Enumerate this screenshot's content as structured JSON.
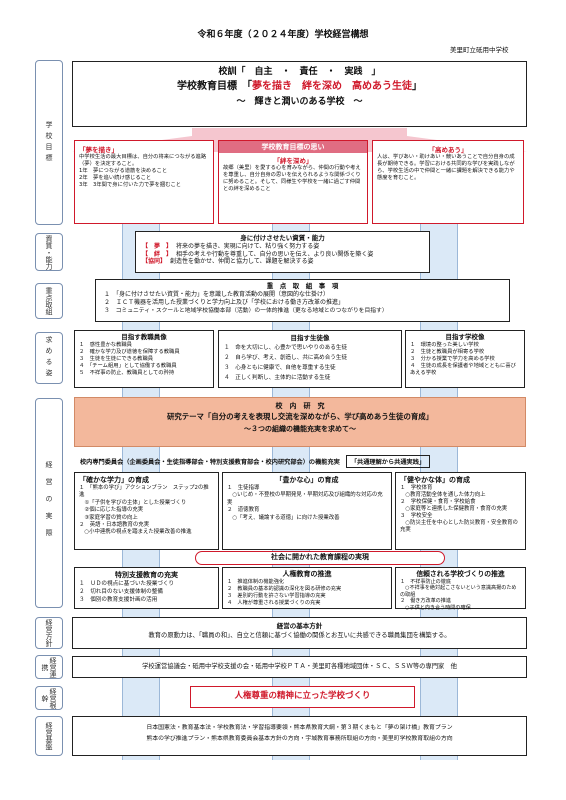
{
  "header": {
    "title": "令和６年度（２０２４年度）学校経営構想",
    "school": "美里町立砥用中学校"
  },
  "sidebar": {
    "goal": "学校目標",
    "ability": "資質・能力",
    "focus": "重点取組",
    "figure": "求める姿",
    "practice": "経営の実際",
    "policy": "経営方針",
    "cooperation": "経営連携",
    "root": "経営根幹",
    "base": "経営基盤"
  },
  "motto": {
    "line1": "校訓「　自主　・　責任　・　実践　」",
    "line2_prefix": "学校教育目標　「",
    "line2_a": "夢を描き",
    "line2_b": "絆を深め",
    "line2_c": "高めあう生徒",
    "line2_suffix": "」",
    "line3": "〜　輝きと潤いのある学校　〜"
  },
  "goal_boxes": {
    "center_title": "学校教育目標の思い",
    "dream": {
      "title": "「夢を描き」",
      "text": "中学校生活の最大目標は、自分の将来につながる進路（夢）を決定すること。\n1年　夢につながる道筋を決めること\n2年　夢を追い続け感じること\n3年　3年間で身に付いた力で夢を摑むこと"
    },
    "bond": {
      "title": "「絆を深め」",
      "text": "故郷（美里）を愛する心を育みながら、仲間の行動や考えを尊重し、自分自身の思いを伝えられるような関係づくりに努めること。そして、同様生や学校を一緒に過ごす仲間との絆を深めること"
    },
    "raise": {
      "title": "「高めあう」",
      "text": "人は、学びあい・助けあい・競いあうことで自分自身の成長が期待できる。学習における共同的な学びを実践しながら、学校生活の中で仲間と一緒に課題を解決できる能力や態度を育むこと。"
    }
  },
  "ability": {
    "title": "身に付けさせたい資質・能力",
    "rows": [
      {
        "tag": "【　夢　】",
        "text": "将来の夢を描き、実現に向けて、粘り強く努力する姿"
      },
      {
        "tag": "【　絆　】",
        "text": "相手の考えや行動を尊重して、自分の思いを伝え、より良い関係を築く姿"
      },
      {
        "tag": "【協同】",
        "text": "創造性を働かせ、仲間と協力して、課題を解決する姿"
      }
    ]
  },
  "focus": {
    "title": "重　点　取　組　事　項",
    "items": [
      "１　「身に付けさせたい資質・能力」を意識した教育活動の展開（意図的な仕掛け）",
      "２　ＩＣＴ機器を活用した授業づくりと学力向上及び「学校における働き方改革の推進」",
      "３　コミュニティ・スクールと地域学校協働本部（活動）の一体的推進（更なる地域とのつながりを目指す）"
    ]
  },
  "figures": {
    "teacher": {
      "title": "目指す教職員像",
      "items": [
        "１　感性豊かな教職員",
        "２　確かな学力及び道徳を保障する教職員",
        "３　生徒を生徒にできる教職員",
        "４　「チーム組用」として協働する教職員",
        "５　不祥事の防止、教職員としての矜持"
      ]
    },
    "student": {
      "title": "目指す生徒像",
      "items": [
        "１　命を大切にし、心豊かで思いやりのある生徒",
        "２　自ら学び、考え、創造し、共に高め合う生徒",
        "３　心身ともに健康で、自他を尊重する生徒",
        "４　正しく判断し、主体的に活動する生徒"
      ]
    },
    "school": {
      "title": "目指す学校像",
      "items": [
        "１　環境の整った美しい学校",
        "２　生徒と教職員が相寄る学校",
        "３　分かる授業で学力を高める学校",
        "４　生徒の成長を保護者や地域とともに喜びあえる学校"
      ]
    }
  },
  "research": {
    "title": "校　内　研　究",
    "theme": "研究テーマ「自分の考えを表現し交流を深めながら、学び高めあう生徒の育成」",
    "sub": "〜３つの組織の機能充実を求めて〜"
  },
  "committee": {
    "left": "校内専門委員会（企画委員会・生徒指導部会・特別支援教育部会・校内研究部会）の機能充実",
    "right": "「共通理解から共通実践」"
  },
  "practice_cols": {
    "academic": {
      "title": "「確かな学力」の育成",
      "items": [
        "１　「熊本の学び」アクションプラン　ステップ2の推進",
        "　①「子供を学びの主体」とした授業づくり",
        "　②個に応じた指導の充実",
        "　③家庭学習の質の向上",
        "２　英語・日本語教育の充実",
        "　○小中連携の視点を踏まえた授業改善の推進"
      ]
    },
    "heart": {
      "title": "「豊かな心」の育成",
      "items": [
        "１　生徒指導",
        "　○いじめ・不登校の早期発見・早期対応及び組織的な対応の充実",
        "２　道徳教育",
        "　○「考え、議論する道徳」に向けた授業改善"
      ]
    },
    "body": {
      "title": "「健やかな体」の育成",
      "items": [
        "１　学校体育",
        "　○教育活動全体を通した体力向上",
        "２　学校保健・食育・学校給食",
        "　○家庭等と連携した保健教育・食育の充実",
        "３　学校安全",
        "　○防災主任を中心とした防災教育・安全教育の充実"
      ]
    }
  },
  "curriculum": "社会に開かれた教育課程の実現",
  "bottom_cols": {
    "special": {
      "title": "特別支援教育の充実",
      "items": [
        "１　ＵＤの視点に基づいた授業づくり",
        "２　切れ目のない支援体制の整備",
        "３　個別の教育支援計画の活用"
      ]
    },
    "rights": {
      "title": "人権教育の推進",
      "items": [
        "１　推進体制の機能強化",
        "２　教職員の基本的認識の深化を図る研修の充実",
        "３　差別的行動を許さない学習指導の充実",
        "４　人権が尊重される授業づくりの充実"
      ]
    },
    "trust": {
      "title": "信頼される学校づくりの推進",
      "items": [
        "１　不祥事防止の徹底",
        "　○不祥事を絶対起こさないという意識高揚のための取組",
        "２　働き方改革の推進",
        "　○子供と向き合う時間の確保"
      ]
    }
  },
  "policy": {
    "title": "経営の基本方針",
    "text": "教育の原動力は、「職員の和」、自立と信頼に基づく協働の関係とお互いに共感できる職員集団を構築する。"
  },
  "cooperation": {
    "text": "学校運営協議会・砥用中学校支援の会・砥用中学校ＰＴＡ・美里町各種地域団体・ＳＣ、ＳＳＷ等の専門家　他"
  },
  "root": {
    "text": "人権尊重の精神に立った学校づくり"
  },
  "base": {
    "line1": "日本国憲法・教育基本法・学校教育法・学習指導要領・熊本県教育大綱・第３期くまもと「夢の架け橋」教育プラン",
    "line2": "熊本の学び推進プラン・熊本県教育委員会基本方針の方向・宇城教育事務所取組の方向・美里町学校教育取組の方向"
  }
}
